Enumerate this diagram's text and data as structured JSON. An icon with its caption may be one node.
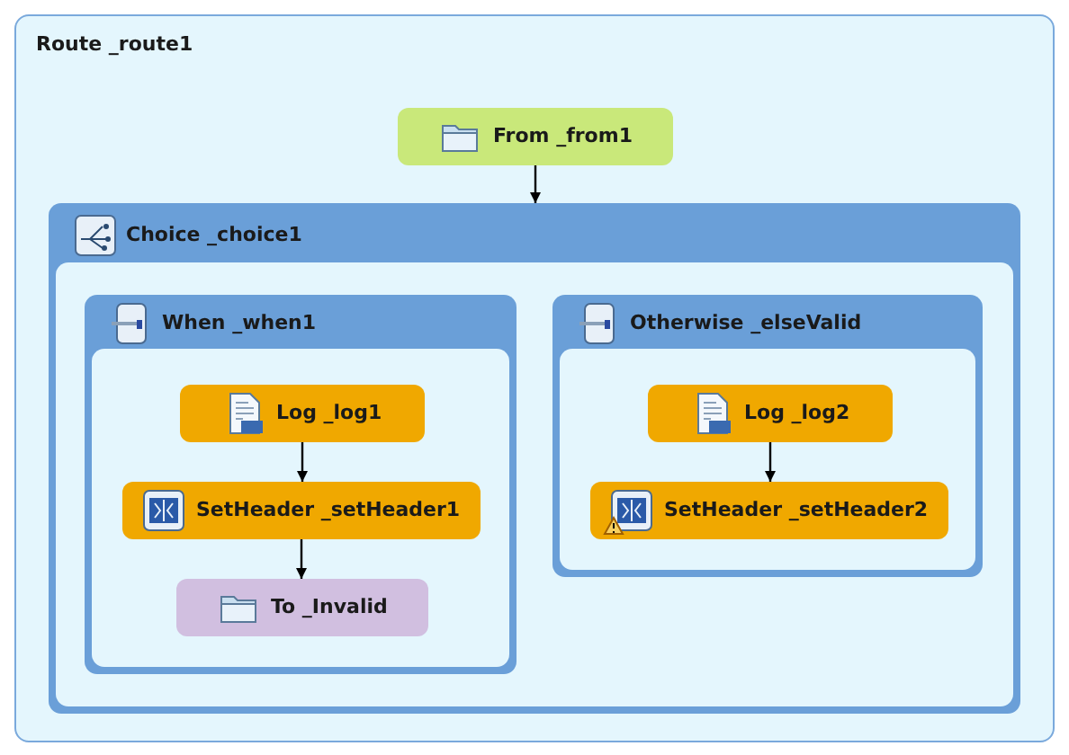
{
  "diagram": {
    "nodes": [
      {
        "text": [
          "Route _route1"
        ]
      },
      {
        "text": [
          "From _from1"
        ],
        "in": 0
      },
      {
        "text": [
          "Choice _choice1"
        ],
        "in": 0
      },
      {
        "text": [
          "When _when1"
        ],
        "in": 2
      },
      {
        "text": [
          "Log _log1"
        ],
        "in": 3
      },
      {
        "text": [
          "SetHeader _setHeader1"
        ],
        "in": 3
      },
      {
        "text": [
          "To _Invalid"
        ],
        "in": 3
      },
      {
        "text": [
          "Otherwise _elseValid"
        ],
        "in": 2
      },
      {
        "text": [
          "Log _log2"
        ],
        "in": 7
      },
      {
        "text": [
          "SetHeader _setHeader2"
        ],
        "in": 7
      }
    ],
    "edges": [
      {
        "from": 1,
        "to": 2,
        "arrow": "to"
      },
      {
        "from": 4,
        "to": 5,
        "arrow": "to"
      },
      {
        "from": 5,
        "to": 6,
        "arrow": "to"
      },
      {
        "from": 8,
        "to": 9,
        "arrow": "to"
      }
    ]
  }
}
